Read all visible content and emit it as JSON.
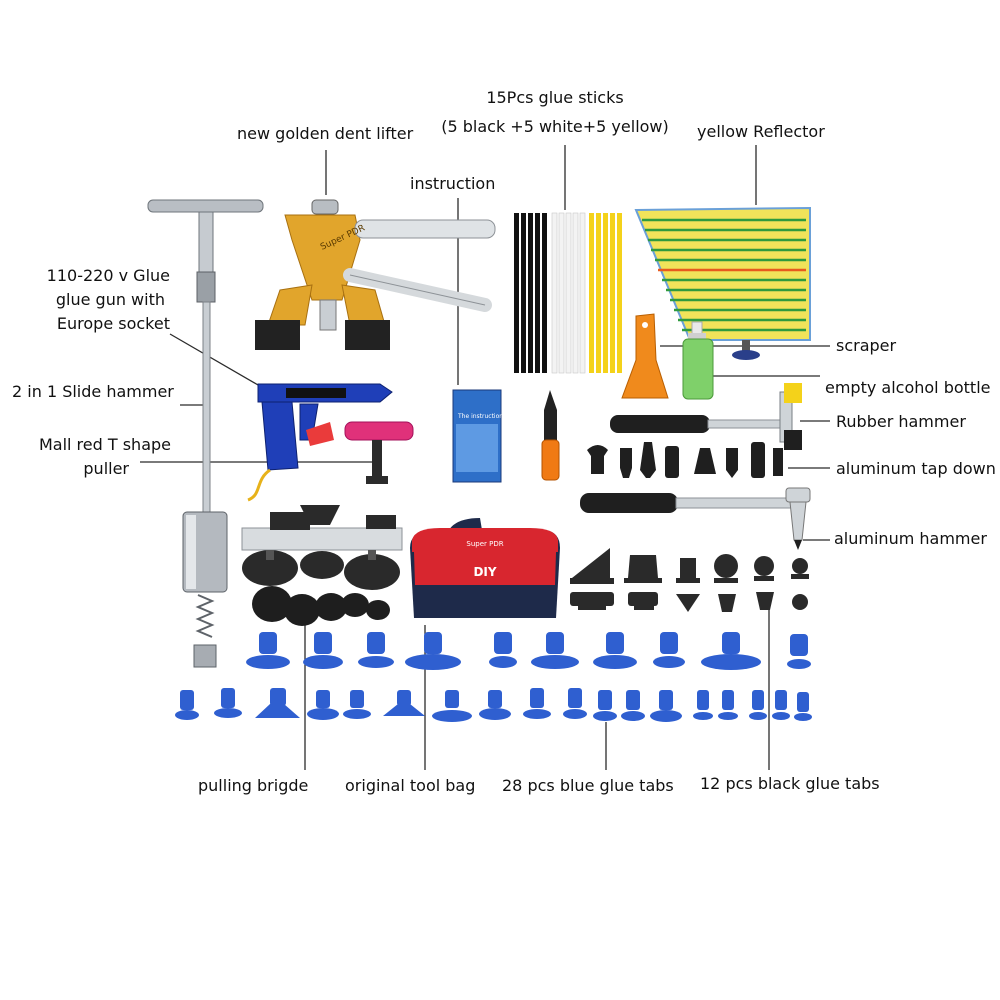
{
  "labels": {
    "glue_sticks_line1": "15Pcs glue  sticks",
    "glue_sticks_line2": "(5 black +5 white+5 yellow)",
    "golden_dent_lifter": "new golden dent lifter",
    "yellow_reflector": "yellow Reflector",
    "instruction": "instruction",
    "glue_gun_line1": "110-220 v Glue",
    "glue_gun_line2": "glue gun with",
    "glue_gun_line3": "Europe socket",
    "slide_hammer": "2 in 1 Slide  hammer",
    "t_puller_line1": "Mall red T  shape",
    "t_puller_line2": "puller",
    "scraper": "scraper",
    "alcohol_bottle": "empty alcohol bottle",
    "rubber_hammer": "Rubber hammer",
    "tap_down": "aluminum tap down",
    "aluminum_hammer": "aluminum hammer",
    "pulling_bridge": "pulling brigde",
    "tool_bag": "original tool bag",
    "blue_tabs": "28 pcs blue glue tabs",
    "black_tabs": "12 pcs black glue tabs"
  },
  "product_text": {
    "lifter_brand": "Super PDR",
    "bag_brand": "Super PDR",
    "bag_title": "DIY",
    "manual_title": "The instructions"
  },
  "colors": {
    "gold": "#e1a52c",
    "blue_tab": "#2f5fd0",
    "black_tab": "#2a2a2a",
    "bag_red": "#d8262f",
    "bag_navy": "#1e2a4a",
    "glue_gun_blue": "#1f3fb8",
    "pink": "#e0317a",
    "orange": "#f08a1c",
    "reflector_green": "#2e9a3e",
    "reflector_yellow": "#f1e35a"
  }
}
